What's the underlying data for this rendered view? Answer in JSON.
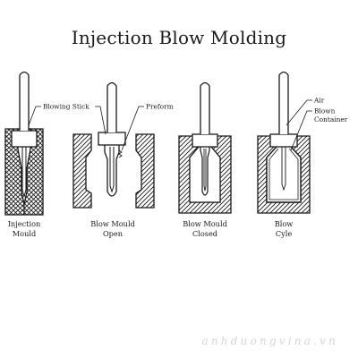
{
  "title": "Injection Blow Molding",
  "labels": {
    "blowing_stick": "Blowing Stick",
    "preform": "Preform",
    "air": "Air",
    "blown_container": [
      "Blown",
      "Container"
    ]
  },
  "stages": [
    {
      "caption": [
        "Injection",
        "Mould"
      ]
    },
    {
      "caption": [
        "Blow Mould",
        "Open"
      ]
    },
    {
      "caption": [
        "Blow Mould",
        "Closed"
      ]
    },
    {
      "caption": [
        "Blow",
        "Cyle"
      ]
    }
  ],
  "watermark": "anhduongvina.vn",
  "colors": {
    "ink": "#1a1a1a",
    "hatch_fill": "#ffffff",
    "watermark": "#d4d4d4"
  }
}
